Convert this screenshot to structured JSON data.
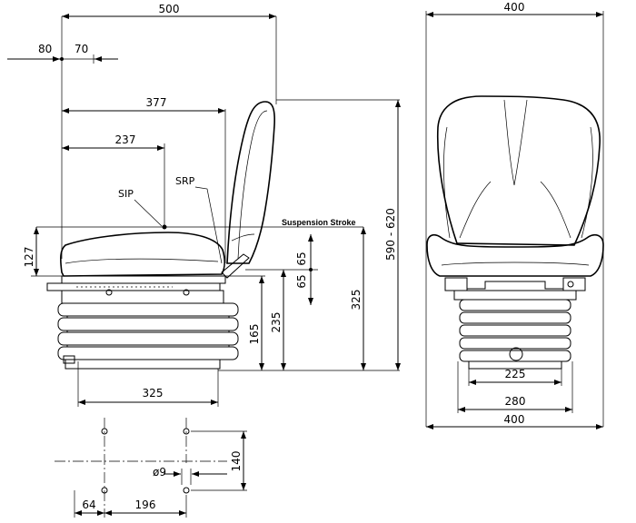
{
  "side_view": {
    "overall_length": "500",
    "front_offset_left": "80",
    "front_offset_right": "70",
    "seat_reference_length": "377",
    "sip_distance": "237",
    "sip_label": "SIP",
    "srp_label": "SRP",
    "cushion_height": "127",
    "suspension_stroke_label": "Suspension Stroke",
    "stroke_up": "65",
    "stroke_down": "65",
    "height_325": "325",
    "height_235": "235",
    "height_165": "165",
    "overall_height": "590 - 620",
    "base_length": "325"
  },
  "mounting": {
    "hole_spacing_y": "140",
    "hole_diameter": "ø9",
    "offset_x": "64",
    "hole_spacing_x": "196"
  },
  "front_view": {
    "top_width": "400",
    "base_inner": "225",
    "base_outer": "280",
    "bottom_width": "400"
  }
}
